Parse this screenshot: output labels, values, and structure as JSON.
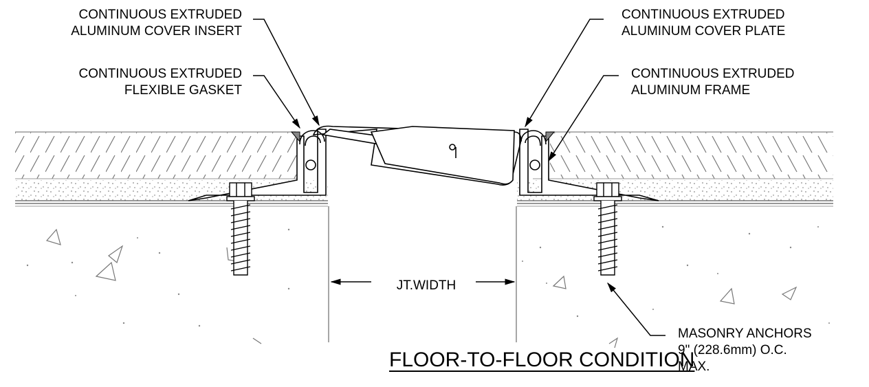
{
  "labels": {
    "cover_insert": [
      "CONTINUOUS EXTRUDED",
      "ALUMINUM COVER INSERT"
    ],
    "gasket": [
      "CONTINUOUS EXTRUDED",
      "FLEXIBLE GASKET"
    ],
    "cover_plate": [
      "CONTINUOUS EXTRUDED",
      "ALUMINUM COVER PLATE"
    ],
    "frame": [
      "CONTINUOUS EXTRUDED",
      "ALUMINUM FRAME"
    ],
    "anchors": [
      "MASONRY ANCHORS",
      "9\" (228.6mm) O.C.",
      "MAX."
    ],
    "joint_width": "JT.WIDTH"
  },
  "title": "FLOOR-TO-FLOOR CONDITION",
  "colors": {
    "line": "#000000",
    "grey": "#8a8a8a",
    "hatch": "#7a7a7a"
  }
}
